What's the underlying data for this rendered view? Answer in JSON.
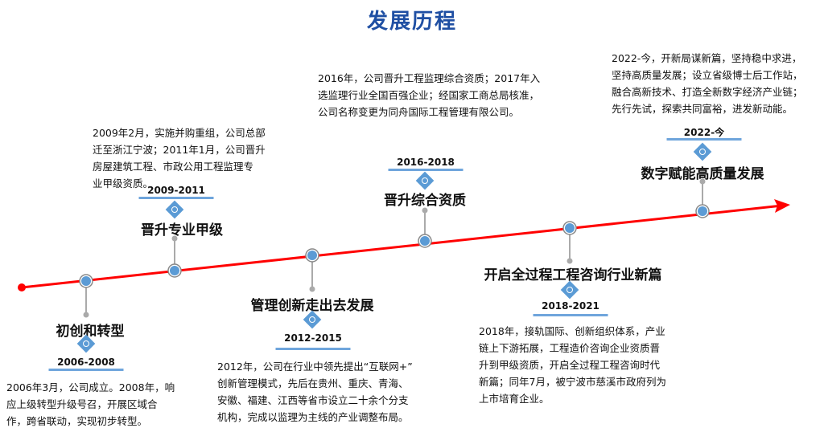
{
  "title": "发展历程",
  "colors": {
    "accent": "#1f4fa3",
    "axis": "#ff0000",
    "node": "#5b9bd5",
    "stem": "#aaaaaa"
  },
  "stages": [
    {
      "period": "2006-2008",
      "title": "初创和转型",
      "description": [
        "2006年3月，公司成立。2008年，响",
        "应上级转型升级号召，开展区域合",
        "作，跨省联动，实现初步转型。"
      ]
    },
    {
      "period": "2009-2011",
      "title": "晋升专业甲级",
      "description": [
        "2009年2月，实施并购重组，公司总部",
        "迁至浙江宁波；2011年1月，公司晋升",
        "房屋建筑工程、市政公用工程监理专",
        "业甲级资质。"
      ]
    },
    {
      "period": "2012-2015",
      "title": "管理创新走出去发展",
      "description": [
        "2012年，公司在行业中领先提出“互联网+”",
        "创新管理模式，先后在贵州、重庆、青海、",
        "安徽、福建、江西等省市设立二十余个分支",
        "机构，完成以监理为主线的产业调整布局。"
      ]
    },
    {
      "period": "2016-2018",
      "title": "晋升综合资质",
      "description": [
        "2016年，公司晋升工程监理综合资质；2017年入",
        "选监理行业全国百强企业；经国家工商总局核准，",
        "公司名称变更为同舟国际工程管理有限公司。"
      ]
    },
    {
      "period": "2018-2021",
      "title": "开启全过程工程咨询行业新篇",
      "description": [
        "2018年，接轨国际、创新组织体系，产业",
        "链上下游拓展，工程造价咨询企业资质晋",
        "升到甲级资质，开启全过程工程咨询时代",
        "新篇；同年7月，被宁波市慈溪市政府列为",
        "上市培育企业。"
      ]
    },
    {
      "period": "2022-今",
      "title": "数字赋能高质量发展",
      "description": [
        "2022-今，开新局谋新篇，坚持稳中求进，",
        "坚持高质量发展；设立省级博士后工作站，",
        "融合高新技术、打造全新数字经济产业链；",
        "先行先试，探索共同富裕，进发新动能。"
      ]
    }
  ]
}
